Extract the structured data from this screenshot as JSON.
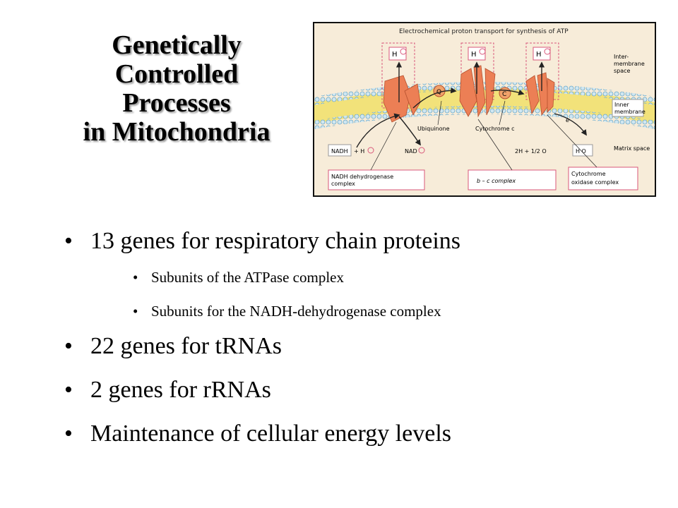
{
  "slide": {
    "title_lines": [
      "Genetically",
      "Controlled",
      "Processes",
      "in Mitochondria"
    ],
    "bullets": [
      {
        "level": 1,
        "text": "13 genes for respiratory chain proteins"
      },
      {
        "level": 2,
        "text": "Subunits of the ATPase complex"
      },
      {
        "level": 2,
        "text": "Subunits for the NADH-dehydrogenase complex"
      },
      {
        "level": 1,
        "text": "22 genes for tRNAs"
      },
      {
        "level": 1,
        "text": "2 genes for rRNAs"
      },
      {
        "level": 1,
        "text": "Maintenance of cellular energy levels"
      }
    ],
    "bullet_glyph": "•"
  },
  "figure": {
    "title": "Electrochemical proton transport for synthesis of ATP",
    "proton_label": "H",
    "q_label": "Q",
    "c_label": "C",
    "e_label": "e",
    "intermembrane_label": [
      "Inter-",
      "membrane",
      "space"
    ],
    "inner_membrane_label": [
      "Inner",
      "membrane"
    ],
    "ubiquinone_label": "Ubiquinone",
    "cytochrome_c_label": "Cytochrome c",
    "nadh_label": "NADH",
    "plus_h_label": "+ H",
    "nad_label": "NAD",
    "oxygen_eq_label": "2H  + 1/2 O",
    "h2o_label": "H O",
    "matrix_label": "Matrix space",
    "nadh_dh_label": [
      "NADH dehydrogenase",
      "complex"
    ],
    "bc1_label": "b – c   complex",
    "cox_label": [
      "Cytochrome",
      "oxidase complex"
    ],
    "colors": {
      "background": "#f7ecd9",
      "membrane_lipid": "#cfe6f1",
      "membrane_band": "#f2e27a",
      "protein": "#ec7f55",
      "label_pink": "#d9577a",
      "q_fill": "#f1a26a"
    }
  }
}
